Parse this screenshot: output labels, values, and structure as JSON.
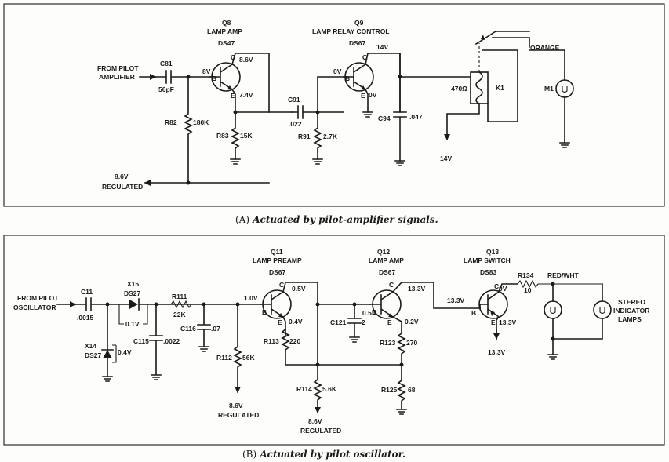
{
  "panel_a": {
    "caption_letter": "(A)",
    "caption_text": "Actuated by pilot-amplifier signals.",
    "source_label": [
      "FROM PILOT",
      "AMPLIFIER"
    ],
    "reg_label": [
      "8.6V",
      "REGULATED"
    ],
    "q8": {
      "ref": "Q8",
      "name": "LAMP AMP",
      "part": "DS47",
      "v_base": "8V",
      "v_collector": "8.6V",
      "v_emitter": "7.4V"
    },
    "q9": {
      "ref": "Q9",
      "name": "LAMP RELAY CONTROL",
      "part": "DS67",
      "v_base": "0V",
      "v_collector": "14V",
      "v_emitter": "0V"
    },
    "c81": {
      "ref": "C81",
      "value": "56pF"
    },
    "r82": {
      "ref": "R82",
      "value": "180K"
    },
    "r83": {
      "ref": "R83",
      "value": "15K"
    },
    "c91": {
      "ref": "C91",
      "value": ".022"
    },
    "r91": {
      "ref": "R91",
      "value": "2.7K"
    },
    "c94": {
      "ref": "C94",
      "value": ".047"
    },
    "k1": {
      "ref": "K1",
      "coil": "470Ω",
      "supply": "14V"
    },
    "m1": {
      "ref": "M1",
      "wire": "ORANGE"
    },
    "pin_b": "B",
    "pin_c": "C",
    "pin_e": "E"
  },
  "panel_b": {
    "caption_letter": "(B)",
    "caption_text": "Actuated by pilot oscillator.",
    "source_label": [
      "FROM PILOT",
      "OSCILLATOR"
    ],
    "c11": {
      "ref": "C11",
      "value": ".0015"
    },
    "x15": {
      "ref": "X15",
      "part": "DS27",
      "voltage": "0.1V"
    },
    "x14": {
      "ref": "X14",
      "part": "DS27",
      "voltage": "0.4V"
    },
    "c115": {
      "ref": "C115",
      "value": ".0022"
    },
    "r111": {
      "ref": "R111",
      "value": "22K"
    },
    "c116": {
      "ref": "C116",
      "value": ".07"
    },
    "r112": {
      "ref": "R112",
      "value": "56K"
    },
    "reg1": [
      "8.6V",
      "REGULATED"
    ],
    "q11": {
      "ref": "Q11",
      "name": "LAMP PREAMP",
      "part": "DS67",
      "v_base": "1.0V",
      "v_collector": "0.5V",
      "v_emitter": "0.4V"
    },
    "r113": {
      "ref": "R113",
      "value": "220"
    },
    "r114": {
      "ref": "R114",
      "value": "5.6K"
    },
    "reg2": [
      "8.6V",
      "REGULATED"
    ],
    "c121": {
      "ref": "C121",
      "value": "2"
    },
    "q12": {
      "ref": "Q12",
      "name": "LAMP AMP",
      "part": "DS67",
      "v_base": "0.5V",
      "v_collector": "13.3V",
      "v_emitter": "0.2V"
    },
    "r123": {
      "ref": "R123",
      "value": "270"
    },
    "r125": {
      "ref": "R125",
      "value": "68"
    },
    "q13": {
      "ref": "Q13",
      "name": "LAMP SWITCH",
      "part": "DS83",
      "v_base": "13.3V",
      "v_collector": "0V",
      "v_emitter": "13.3V",
      "supply": "13.3V"
    },
    "r134": {
      "ref": "R134",
      "value": "10"
    },
    "lamp_wire": "RED/WHT",
    "lamps_label": [
      "STEREO",
      "INDICATOR",
      "LAMPS"
    ],
    "pin_b": "B",
    "pin_c": "C",
    "pin_e": "E"
  }
}
